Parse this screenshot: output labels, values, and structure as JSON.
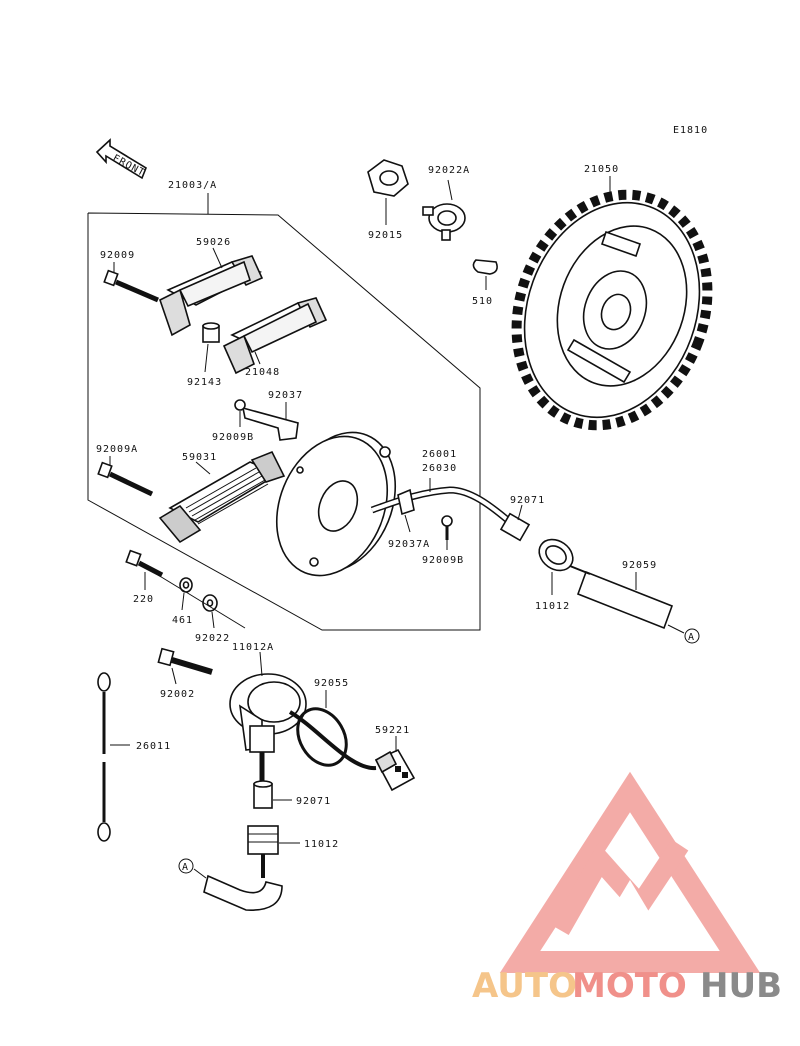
{
  "diagram": {
    "code": "E1810",
    "front_label": "FRONT",
    "ref_circle": "A",
    "parts": {
      "p21003A": "21003/A",
      "p92009": "92009",
      "p59026": "59026",
      "p21048": "21048",
      "p92143": "92143",
      "p92037": "92037",
      "p92009B_top": "92009B",
      "p92009A": "92009A",
      "p59031": "59031",
      "p26001": "26001",
      "p26030": "26030",
      "p92037A": "92037A",
      "p92009B_bot": "92009B",
      "p220": "220",
      "p461": "461",
      "p92022": "92022",
      "p92015": "92015",
      "p92022A": "92022A",
      "p510": "510",
      "p21050": "21050",
      "p92071_top": "92071",
      "p92059": "92059",
      "p11012_top": "11012",
      "p11012A": "11012A",
      "p92055": "92055",
      "p59221": "59221",
      "p92002": "92002",
      "p26011": "26011",
      "p92071_bot": "92071",
      "p11012_bot": "11012"
    }
  },
  "watermark": {
    "part1": "AUTO",
    "part2": "MOTO",
    "part3": "HUB",
    "colors": {
      "auto": "#f5c58a",
      "moto": "#f0908a",
      "hub": "#8a8a8a",
      "triangle": "#f08f8a"
    }
  }
}
